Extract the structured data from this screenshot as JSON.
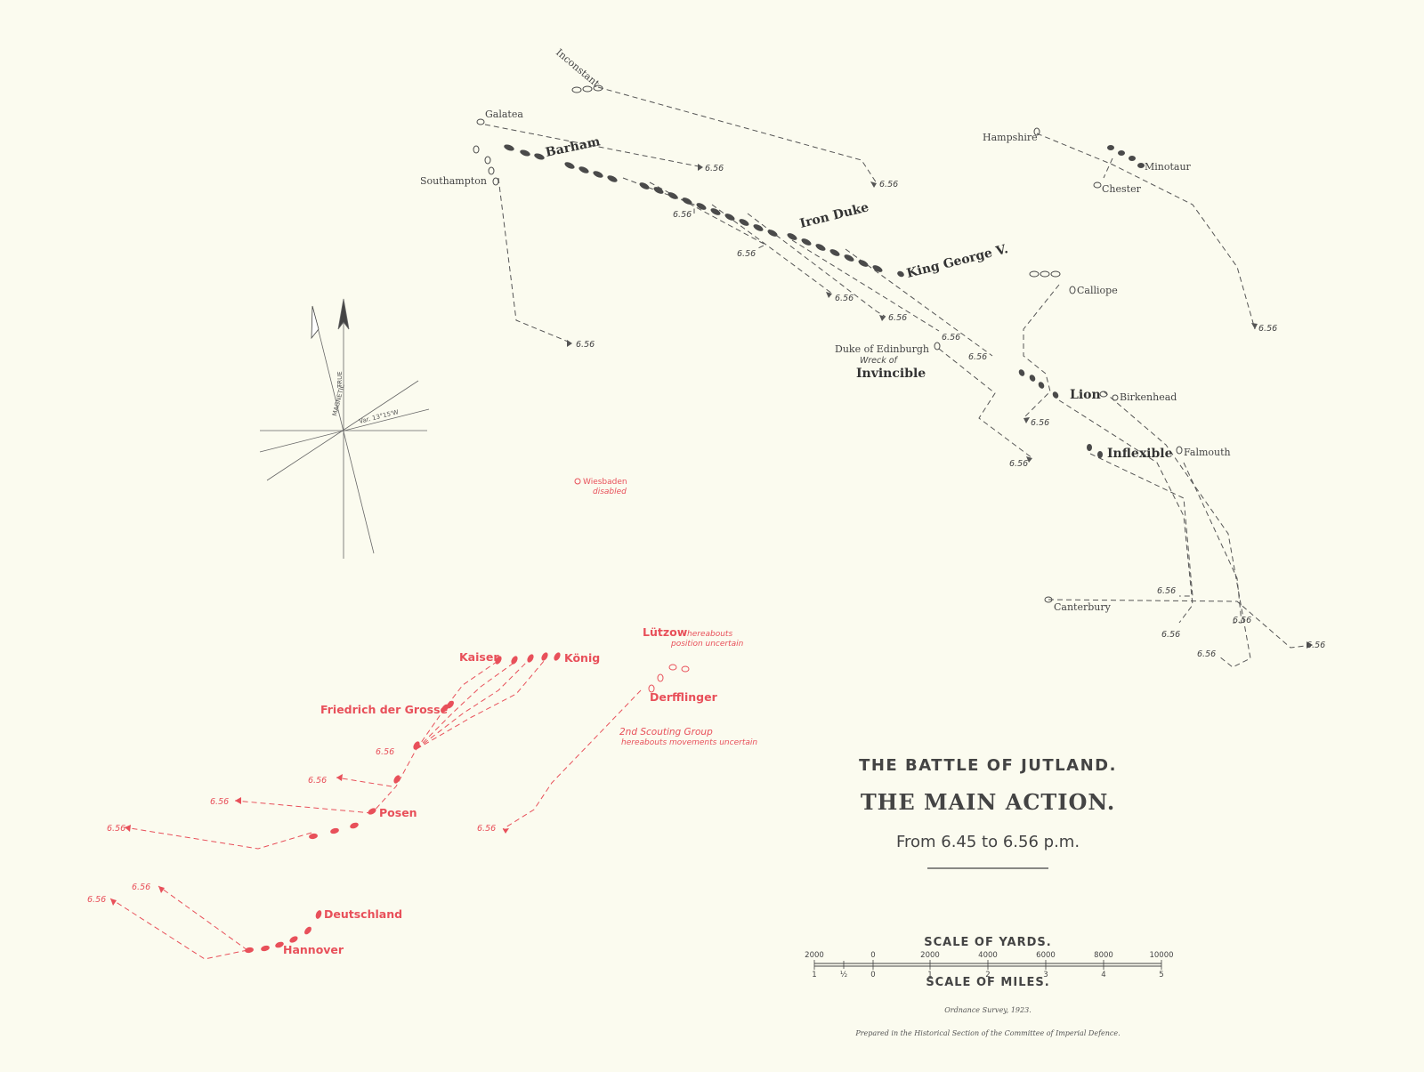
{
  "title": {
    "line1": "THE BATTLE OF JUTLAND.",
    "line2": "THE MAIN ACTION.",
    "line3": "From 6.45 to 6.56 p.m."
  },
  "time_label": "6.56",
  "british": {
    "inconstant": "Inconstant",
    "galatea": "Galatea",
    "southampton": "Southampton",
    "barham": "Barham",
    "iron_duke": "Iron Duke",
    "king_george": "King George V.",
    "hampshire": "Hampshire",
    "minotaur": "Minotaur",
    "chester": "Chester",
    "calliope": "Calliope",
    "duke_of_edinburgh": "Duke of Edinburgh",
    "wreck_of": "Wreck of",
    "invincible": "Invincible",
    "lion": "Lion",
    "birkenhead": "Birkenhead",
    "inflexible": "Inflexible",
    "falmouth": "Falmouth",
    "canterbury": "Canterbury"
  },
  "german": {
    "wiesbaden": "Wiesbaden",
    "wiesbaden_note": "disabled",
    "lutzow": "Lützow",
    "lutzow_note1": "hereabouts",
    "lutzow_note2": "position uncertain",
    "kaiser": "Kaiser",
    "konig": "König",
    "friedrich": "Friedrich der Grosse",
    "derfflinger": "Derfflinger",
    "scouting": "2nd Scouting Group",
    "scouting_note": "hereabouts movements uncertain",
    "posen": "Posen",
    "deutschland": "Deutschland",
    "hannover": "Hannover"
  },
  "compass": {
    "magnetic": "MAGNETIC",
    "true": "TRUE",
    "variation": "Var. 13°15'W"
  },
  "scale": {
    "yards_label": "SCALE OF YARDS.",
    "miles_label": "SCALE OF MILES.",
    "yards_ticks": [
      "2000",
      "0",
      "2000",
      "4000",
      "6000",
      "8000",
      "10000"
    ],
    "miles_ticks": [
      "1",
      "½",
      "0",
      "1",
      "2",
      "3",
      "4",
      "5"
    ]
  },
  "footer": {
    "survey": "Ordnance Survey, 1923.",
    "prepared": "Prepared in the Historical Section of the Committee of Imperial Defence."
  },
  "colors": {
    "british": "#4a4a4a",
    "german": "#e8505a",
    "paper": "#fbfbef"
  }
}
